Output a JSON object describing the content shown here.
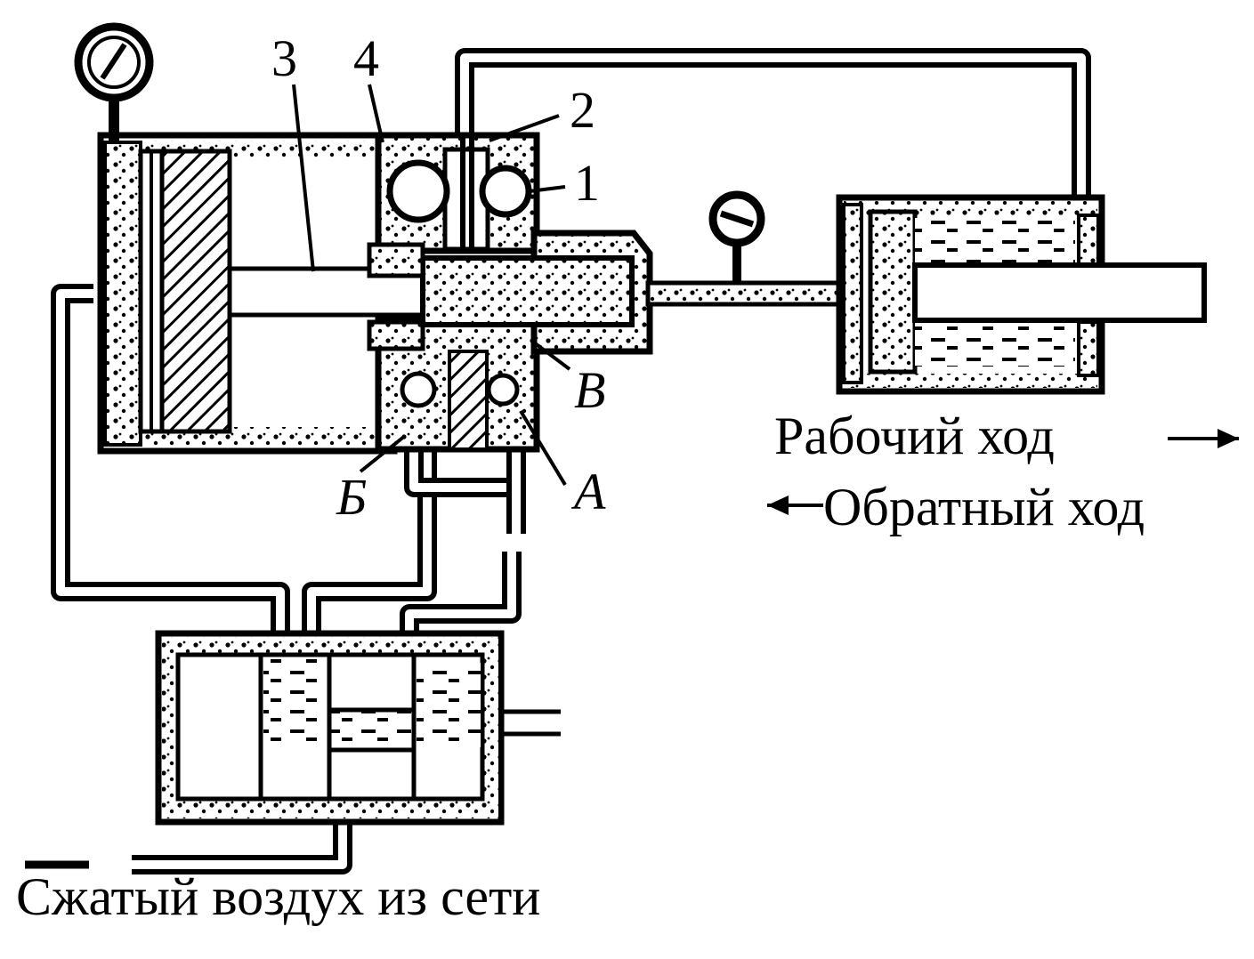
{
  "labels": {
    "n1": "1",
    "n2": "2",
    "n3": "3",
    "n4": "4",
    "a": "А",
    "b": "Б",
    "v": "В"
  },
  "captions": {
    "working_stroke": "Рабочий ход",
    "return_stroke": "Обратный ход",
    "compressed_air": "Сжатый воздух из сети"
  }
}
